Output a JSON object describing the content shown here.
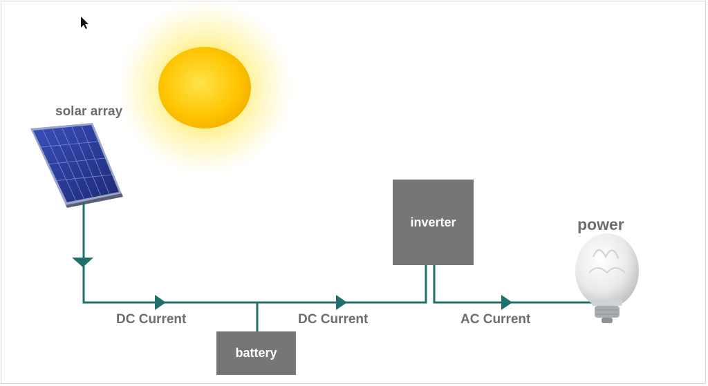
{
  "diagram": {
    "solar_array_label": "solar array",
    "power_label": "power",
    "inverter_label": "inverter",
    "battery_label": "battery",
    "current_labels": [
      "DC Current",
      "DC Current",
      "AC Current"
    ],
    "icons": [
      "sun-icon",
      "solar-panel-icon",
      "light-bulb-icon",
      "mouse-cursor-icon"
    ],
    "colors": {
      "wire": "#1f6f6a",
      "box": "#767676",
      "label_text": "#6d6d6d",
      "sun_core": "#ffc800",
      "sun_glow": "#fff4a8",
      "panel_cell": "#27358f"
    }
  }
}
